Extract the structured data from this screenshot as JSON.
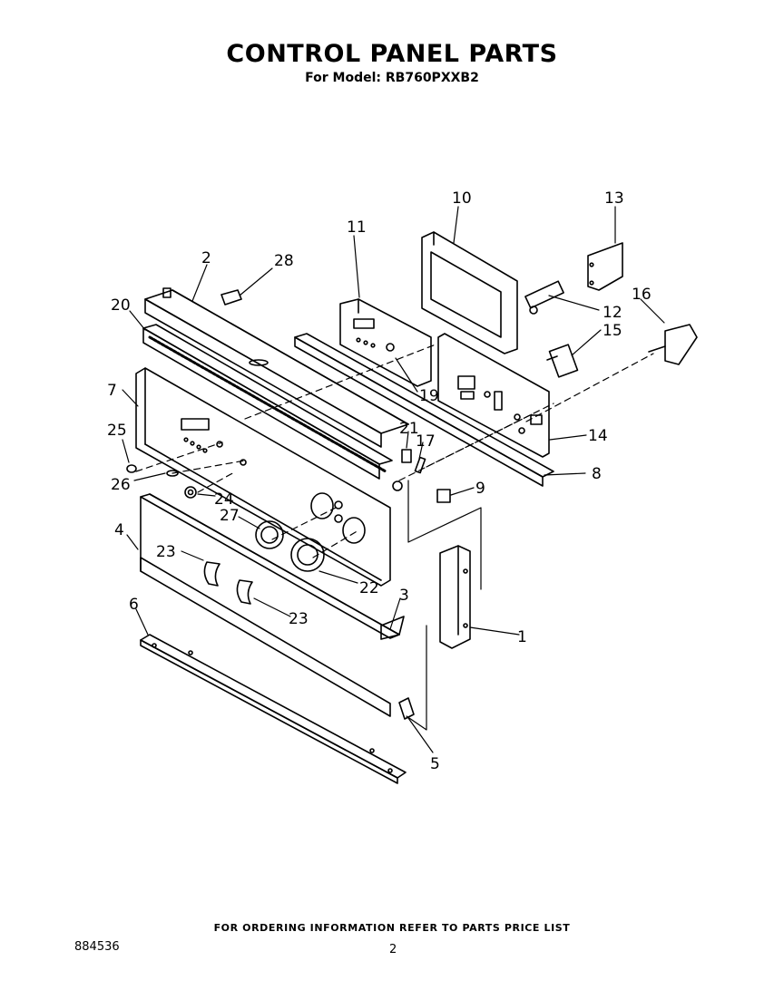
{
  "header": {
    "title": "CONTROL PANEL PARTS",
    "subtitle": "For Model: RB760PXXB2"
  },
  "callouts": [
    "1",
    "2",
    "3",
    "4",
    "5",
    "6",
    "7",
    "8",
    "9",
    "10",
    "11",
    "12",
    "13",
    "14",
    "15",
    "16",
    "17",
    "19",
    "20",
    "21",
    "22",
    "23",
    "23",
    "24",
    "25",
    "26",
    "27",
    "28"
  ],
  "footer": {
    "note": "FOR ORDERING INFORMATION REFER TO PARTS PRICE LIST",
    "doc_number": "884536",
    "page_number": "2"
  }
}
